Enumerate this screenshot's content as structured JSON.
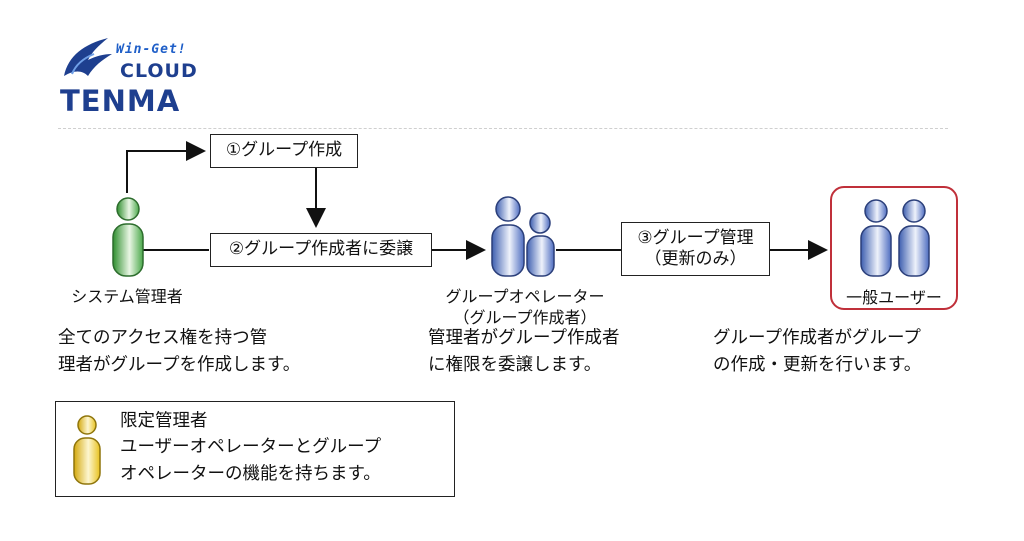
{
  "logo": {
    "tagline": "Win-Get!",
    "line1": "CLOUD",
    "line2": "TENMA"
  },
  "steps": {
    "step1": "①グループ作成",
    "step2": "②グループ作成者に委譲",
    "step3_line1": "③グループ管理",
    "step3_line2": "（更新のみ）"
  },
  "actors": {
    "system_admin": "システム管理者",
    "group_operator_line1": "グループオペレーター",
    "group_operator_line2": "（グループ作成者）",
    "general_user": "一般ユーザー"
  },
  "descriptions": {
    "admin_line1": "全てのアクセス権を持つ管",
    "admin_line2": "理者がグループを作成します。",
    "operator_line1": "管理者がグループ作成者",
    "operator_line2": "に権限を委譲します。",
    "user_line1": "グループ作成者がグループ",
    "user_line2": "の作成・更新を行います。"
  },
  "legend": {
    "title": "限定管理者",
    "line1": "ユーザーオペレーターとグループ",
    "line2": "オペレーターの機能を持ちます。"
  },
  "colors": {
    "admin_green": "#4aa84a",
    "operator_blue": "#3e5fb0",
    "limited_yellow": "#e8c21f",
    "user_box_border": "#c0303a",
    "logo_blue": "#1e3f8f"
  }
}
